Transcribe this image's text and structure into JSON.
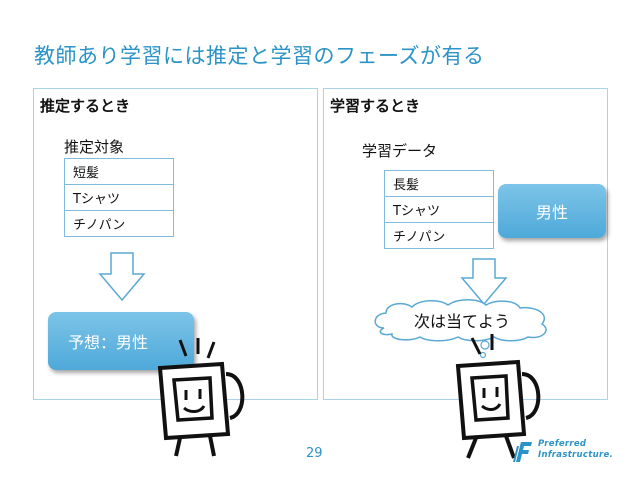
{
  "title": "教師あり学習には推定と学習のフェーズが有る",
  "left_panel": {
    "heading": "推定するとき",
    "subheading": "推定対象",
    "features": [
      "短髪",
      "Tシャツ",
      "チノパン"
    ],
    "prediction": "予想：男性"
  },
  "right_panel": {
    "heading": "学習するとき",
    "subheading": "学習データ",
    "features": [
      "長髪",
      "Tシャツ",
      "チノパン"
    ],
    "label": "男性",
    "thought": "次は当てよう"
  },
  "page_number": "29",
  "logo": {
    "line1": "Preferred",
    "line2": "Infrastructure."
  },
  "colors": {
    "accent": "#2b93c6",
    "badge": "#5aafdc",
    "panel_border": "#a9d3e8"
  }
}
